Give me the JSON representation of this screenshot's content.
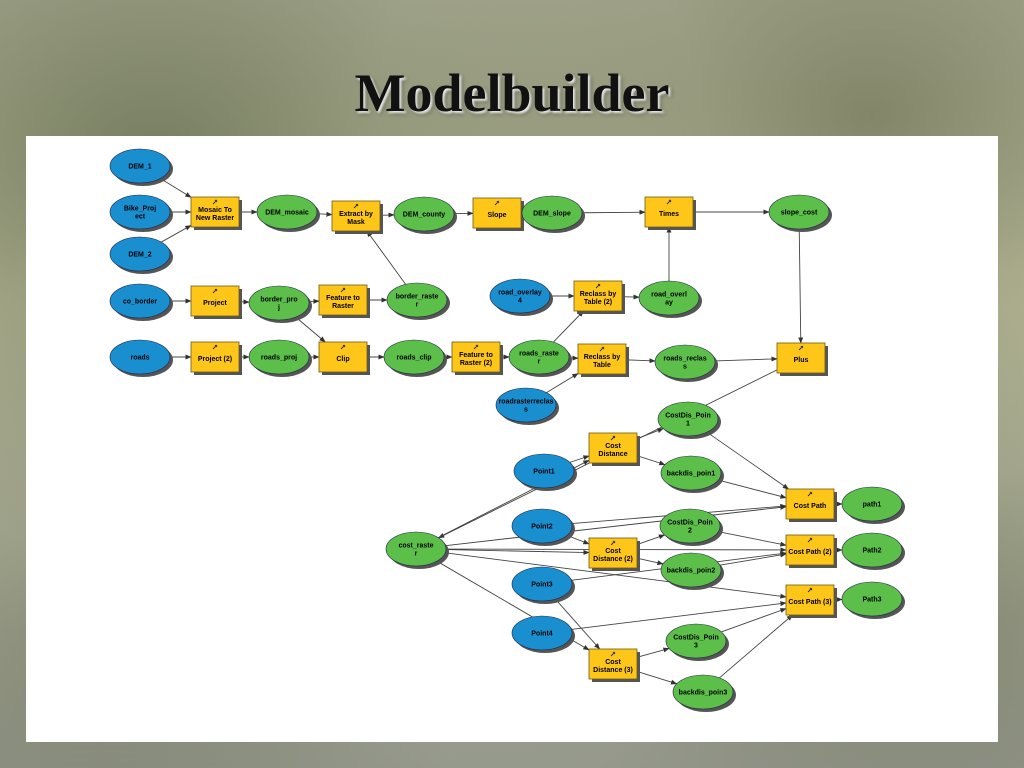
{
  "title": "Modelbuilder",
  "colors": {
    "input": "#1a8fd0",
    "output": "#5cbf4a",
    "tool": "#ffc61a",
    "edge": "#444444"
  },
  "nodes": [
    {
      "id": "dem1",
      "type": "input",
      "lines": [
        "DEM_1"
      ]
    },
    {
      "id": "bike",
      "type": "input",
      "lines": [
        "Bike_Proj",
        "ect"
      ]
    },
    {
      "id": "dem2",
      "type": "input",
      "lines": [
        "DEM_2"
      ]
    },
    {
      "id": "mosaic",
      "type": "tool",
      "lines": [
        "Mosaic To",
        "New Raster"
      ]
    },
    {
      "id": "demmosaic",
      "type": "output",
      "lines": [
        "DEM_mosaic"
      ]
    },
    {
      "id": "extract",
      "type": "tool",
      "lines": [
        "Extract by",
        "Mask"
      ]
    },
    {
      "id": "demcounty",
      "type": "output",
      "lines": [
        "DEM_county"
      ]
    },
    {
      "id": "slope",
      "type": "tool",
      "lines": [
        "Slope"
      ]
    },
    {
      "id": "demslope",
      "type": "output",
      "lines": [
        "DEM_slope"
      ]
    },
    {
      "id": "times",
      "type": "tool",
      "lines": [
        "Times"
      ]
    },
    {
      "id": "slopecost",
      "type": "output",
      "lines": [
        "slope_cost"
      ]
    },
    {
      "id": "coborder",
      "type": "input",
      "lines": [
        "co_border"
      ]
    },
    {
      "id": "project",
      "type": "tool",
      "lines": [
        "Project"
      ]
    },
    {
      "id": "borderproj",
      "type": "output",
      "lines": [
        "border_pro",
        "j"
      ]
    },
    {
      "id": "feat2r",
      "type": "tool",
      "lines": [
        "Feature to",
        "Raster"
      ]
    },
    {
      "id": "borderraster",
      "type": "output",
      "lines": [
        "border_raste",
        "r"
      ]
    },
    {
      "id": "roadoverlay4",
      "type": "input",
      "lines": [
        "road_overlay",
        "4"
      ]
    },
    {
      "id": "reclass2",
      "type": "tool",
      "lines": [
        "Reclass by",
        "Table (2)"
      ]
    },
    {
      "id": "roadoverlay",
      "type": "output",
      "lines": [
        "road_overl",
        "ay"
      ]
    },
    {
      "id": "roads",
      "type": "input",
      "lines": [
        "roads"
      ]
    },
    {
      "id": "project2",
      "type": "tool",
      "lines": [
        "Project (2)"
      ]
    },
    {
      "id": "roadsproj",
      "type": "output",
      "lines": [
        "roads_proj"
      ]
    },
    {
      "id": "clip",
      "type": "tool",
      "lines": [
        "Clip"
      ]
    },
    {
      "id": "roadsclip",
      "type": "output",
      "lines": [
        "roads_clip"
      ]
    },
    {
      "id": "feat2r2",
      "type": "tool",
      "lines": [
        "Feature to",
        "Raster (2)"
      ]
    },
    {
      "id": "roadsraster",
      "type": "output",
      "lines": [
        "roads_raste",
        "r"
      ]
    },
    {
      "id": "reclass",
      "type": "tool",
      "lines": [
        "Reclass by",
        "Table"
      ]
    },
    {
      "id": "roadsreclass",
      "type": "output",
      "lines": [
        "roads_reclas",
        "s"
      ]
    },
    {
      "id": "plus",
      "type": "tool",
      "lines": [
        "Plus"
      ]
    },
    {
      "id": "roadrasterreclass",
      "type": "input",
      "lines": [
        "roadrasterreclas",
        "s"
      ]
    },
    {
      "id": "costdist",
      "type": "tool",
      "lines": [
        "Cost",
        "Distance"
      ]
    },
    {
      "id": "costdis1",
      "type": "output",
      "lines": [
        "CostDis_Poin",
        "1"
      ]
    },
    {
      "id": "backdis1",
      "type": "output",
      "lines": [
        "backdis_poin1"
      ]
    },
    {
      "id": "point1",
      "type": "input",
      "lines": [
        "Point1"
      ]
    },
    {
      "id": "point2",
      "type": "input",
      "lines": [
        "Point2"
      ]
    },
    {
      "id": "costpath",
      "type": "tool",
      "lines": [
        "Cost Path"
      ]
    },
    {
      "id": "path1",
      "type": "output",
      "lines": [
        "path1"
      ]
    },
    {
      "id": "costraster",
      "type": "output",
      "lines": [
        "cost_raste",
        "r"
      ]
    },
    {
      "id": "costdist2",
      "type": "tool",
      "lines": [
        "Cost",
        "Distance (2)"
      ]
    },
    {
      "id": "costdis2",
      "type": "output",
      "lines": [
        "CostDis_Poin",
        "2"
      ]
    },
    {
      "id": "backdis2",
      "type": "output",
      "lines": [
        "backdis_poin2"
      ]
    },
    {
      "id": "costpath2",
      "type": "tool",
      "lines": [
        "Cost Path (2)"
      ]
    },
    {
      "id": "path2",
      "type": "output",
      "lines": [
        "Path2"
      ]
    },
    {
      "id": "point3",
      "type": "input",
      "lines": [
        "Point3"
      ]
    },
    {
      "id": "costpath3",
      "type": "tool",
      "lines": [
        "Cost Path (3)"
      ]
    },
    {
      "id": "path3",
      "type": "output",
      "lines": [
        "Path3"
      ]
    },
    {
      "id": "point4",
      "type": "input",
      "lines": [
        "Point4"
      ]
    },
    {
      "id": "costdis3",
      "type": "output",
      "lines": [
        "CostDis_Poin",
        "3"
      ]
    },
    {
      "id": "costdist3",
      "type": "tool",
      "lines": [
        "Cost",
        "Distance (3)"
      ]
    },
    {
      "id": "backdis3",
      "type": "output",
      "lines": [
        "backdis_poin3"
      ]
    }
  ],
  "edges": [
    [
      "dem1",
      "mosaic"
    ],
    [
      "bike",
      "mosaic"
    ],
    [
      "dem2",
      "mosaic"
    ],
    [
      "mosaic",
      "demmosaic"
    ],
    [
      "demmosaic",
      "extract"
    ],
    [
      "borderraster",
      "extract"
    ],
    [
      "extract",
      "demcounty"
    ],
    [
      "demcounty",
      "slope"
    ],
    [
      "slope",
      "demslope"
    ],
    [
      "demslope",
      "times"
    ],
    [
      "roadoverlay",
      "times"
    ],
    [
      "times",
      "slopecost"
    ],
    [
      "slopecost",
      "plus"
    ],
    [
      "coborder",
      "project"
    ],
    [
      "project",
      "borderproj"
    ],
    [
      "borderproj",
      "feat2r"
    ],
    [
      "feat2r",
      "borderraster"
    ],
    [
      "borderproj",
      "clip"
    ],
    [
      "roads",
      "project2"
    ],
    [
      "project2",
      "roadsproj"
    ],
    [
      "roadsproj",
      "clip"
    ],
    [
      "clip",
      "roadsclip"
    ],
    [
      "roadsclip",
      "feat2r2"
    ],
    [
      "feat2r2",
      "roadsraster"
    ],
    [
      "roadsraster",
      "reclass2"
    ],
    [
      "roadoverlay4",
      "reclass2"
    ],
    [
      "reclass2",
      "roadoverlay"
    ],
    [
      "roadsraster",
      "reclass"
    ],
    [
      "roadrasterreclass",
      "reclass"
    ],
    [
      "reclass",
      "roadsreclass"
    ],
    [
      "roadsreclass",
      "plus"
    ],
    [
      "plus",
      "costraster"
    ],
    [
      "costraster",
      "costdist"
    ],
    [
      "point1",
      "costdist"
    ],
    [
      "costdist",
      "costdis1"
    ],
    [
      "costdist",
      "backdis1"
    ],
    [
      "costdis1",
      "costpath"
    ],
    [
      "backdis1",
      "costpath"
    ],
    [
      "costraster",
      "costpath"
    ],
    [
      "point2",
      "costpath"
    ],
    [
      "costpath",
      "path1"
    ],
    [
      "costraster",
      "costdist2"
    ],
    [
      "point2",
      "costdist2"
    ],
    [
      "costdist2",
      "costdis2"
    ],
    [
      "costdist2",
      "backdis2"
    ],
    [
      "costdis2",
      "costpath2"
    ],
    [
      "backdis2",
      "costpath2"
    ],
    [
      "costraster",
      "costpath2"
    ],
    [
      "point3",
      "costpath2"
    ],
    [
      "costpath2",
      "path2"
    ],
    [
      "costraster",
      "costdist3"
    ],
    [
      "point3",
      "costdist3"
    ],
    [
      "costdist3",
      "costdis3"
    ],
    [
      "costdist3",
      "backdis3"
    ],
    [
      "costdis3",
      "costpath3"
    ],
    [
      "backdis3",
      "costpath3"
    ],
    [
      "point4",
      "costpath3"
    ],
    [
      "costraster",
      "costpath3"
    ],
    [
      "costpath3",
      "path3"
    ]
  ]
}
